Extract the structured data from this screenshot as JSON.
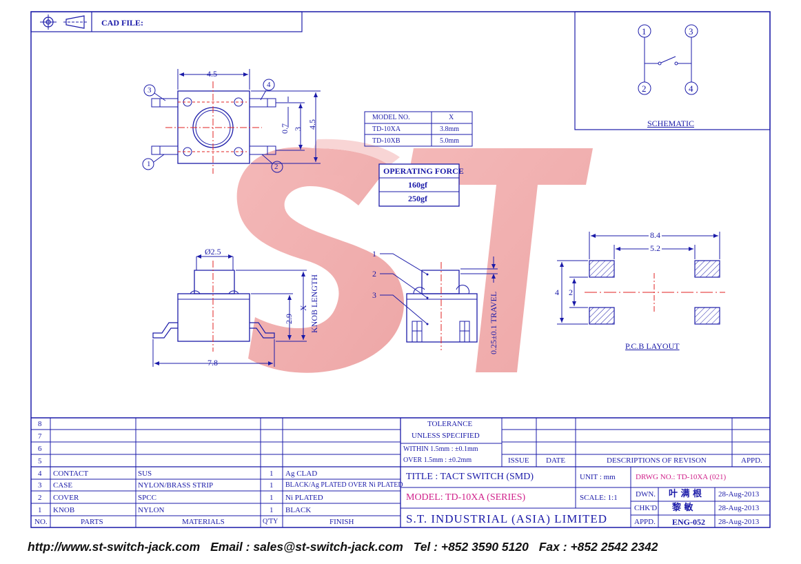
{
  "header": {
    "cad_file": "CAD FILE:"
  },
  "schematic": {
    "pins": [
      "1",
      "3",
      "2",
      "4"
    ],
    "label": "SCHEMATIC"
  },
  "top_view": {
    "width": "4.5",
    "height": "4.5",
    "pitch": "3",
    "gap": "0.7",
    "pins": [
      "1",
      "2",
      "3",
      "4"
    ]
  },
  "model_table": {
    "head": [
      "MODEL NO.",
      "X"
    ],
    "rows": [
      [
        "TD-10XA",
        "3.8mm"
      ],
      [
        "TD-10XB",
        "5.0mm"
      ]
    ]
  },
  "force_table": {
    "head": "OPERATING FORCE",
    "rows": [
      "160gf",
      "250gf"
    ]
  },
  "side_view": {
    "dia": "Ø2.5",
    "height": "2.9",
    "knob": "X",
    "knob_label": "KNOB LENGTH",
    "span": "7.8"
  },
  "section_view": {
    "callouts": [
      "1",
      "2",
      "3"
    ],
    "travel": "0.25±0.1 TRAVEL"
  },
  "pcb": {
    "overall": "8.4",
    "inner": "5.2",
    "height": "4",
    "pitch": "2",
    "label": "P.C.B LAYOUT"
  },
  "watermark": "ST",
  "bom": {
    "row_numbers": [
      "8",
      "7",
      "6",
      "5"
    ],
    "rows": [
      {
        "no": "4",
        "part": "CONTACT",
        "material": "SUS",
        "qty": "1",
        "finish": "Ag CLAD"
      },
      {
        "no": "3",
        "part": "CASE",
        "material": "NYLON/BRASS STRIP",
        "qty": "1",
        "finish": "BLACK/Ag PLATED OVER Ni PLATED"
      },
      {
        "no": "2",
        "part": "COVER",
        "material": "SPCC",
        "qty": "1",
        "finish": "Ni PLATED"
      },
      {
        "no": "1",
        "part": "KNOB",
        "material": "NYLON",
        "qty": "1",
        "finish": "BLACK"
      }
    ],
    "head": {
      "no": "NO.",
      "part": "PARTS",
      "material": "MATERIALS",
      "qty": "Q'TY",
      "finish": "FINISH"
    }
  },
  "tolerance": {
    "title": "TOLERANCE",
    "subtitle": "UNLESS   SPECIFIED",
    "within": "WITHIN  1.5mm : ±0.1mm",
    "over": "OVER    1.5mm : ±0.2mm"
  },
  "revision": {
    "issue": "ISSUE",
    "date": "DATE",
    "desc": "DESCRIPTIONS OF REVISON",
    "appd": "APPD."
  },
  "title_block": {
    "title": "TITLE : TACT SWITCH (SMD)",
    "model": "MODEL: TD-10XA (SERIES)",
    "company": "S.T. INDUSTRIAL (ASIA) LIMITED",
    "unit": "UNIT :   mm",
    "scale": "SCALE:  1:1",
    "drwg": "DRWG NO.: TD-10XA (021)",
    "dwn_label": "DWN.",
    "dwn_name": "叶 满 根",
    "dwn_date": "28-Aug-2013",
    "chk_label": "CHK'D",
    "chk_name": "黎 敏",
    "chk_date": "28-Aug-2013",
    "appd_label": "APPD.",
    "appd_name": "ENG-052",
    "appd_date": "28-Aug-2013"
  },
  "footer": {
    "web": "http://www.st-switch-jack.com",
    "email": "Email : sales@st-switch-jack.com",
    "tel": "Tel : +852 3590 5120",
    "fax": "Fax : +852 2542 2342"
  }
}
